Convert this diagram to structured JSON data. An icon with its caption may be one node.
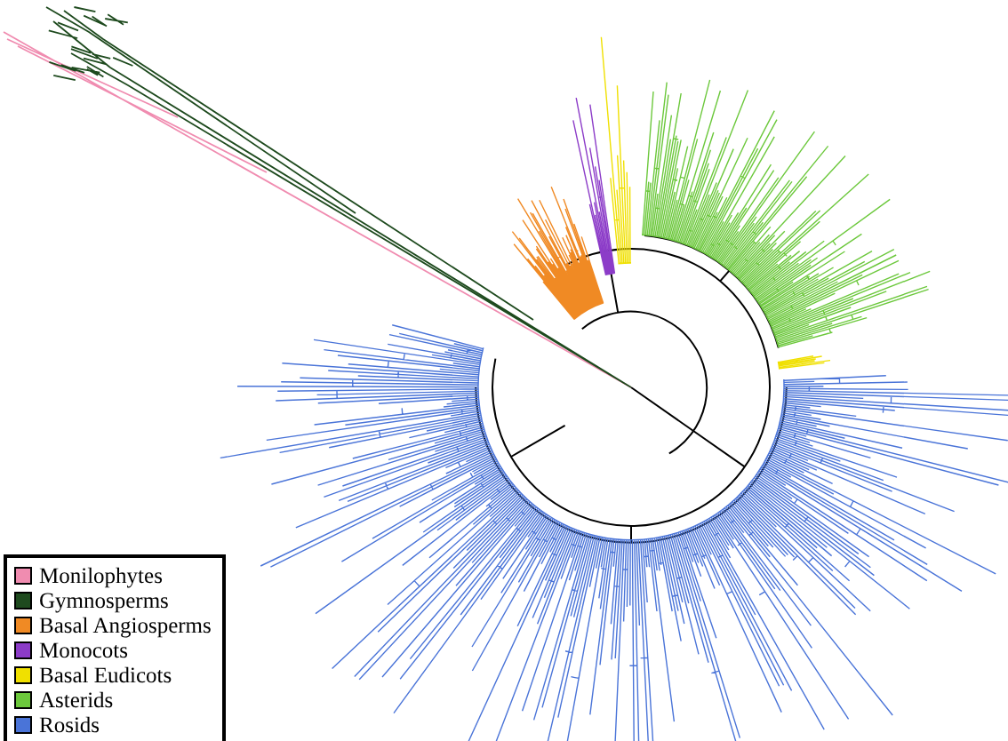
{
  "diagram": {
    "legend": [
      {
        "text": "Monilophytes",
        "color": "#f08cb0"
      },
      {
        "text": "Gymnosperms",
        "color": "#1e4a1e"
      },
      {
        "text": "Basal Angiosperms",
        "color": "#f08a24"
      },
      {
        "text": "Monocots",
        "color": "#8c3cc8"
      },
      {
        "text": "Basal Eudicots",
        "color": "#f0e000"
      },
      {
        "text": "Asterids",
        "color": "#6cc83c"
      },
      {
        "text": "Rosids",
        "color": "#4a74d8"
      }
    ]
  }
}
